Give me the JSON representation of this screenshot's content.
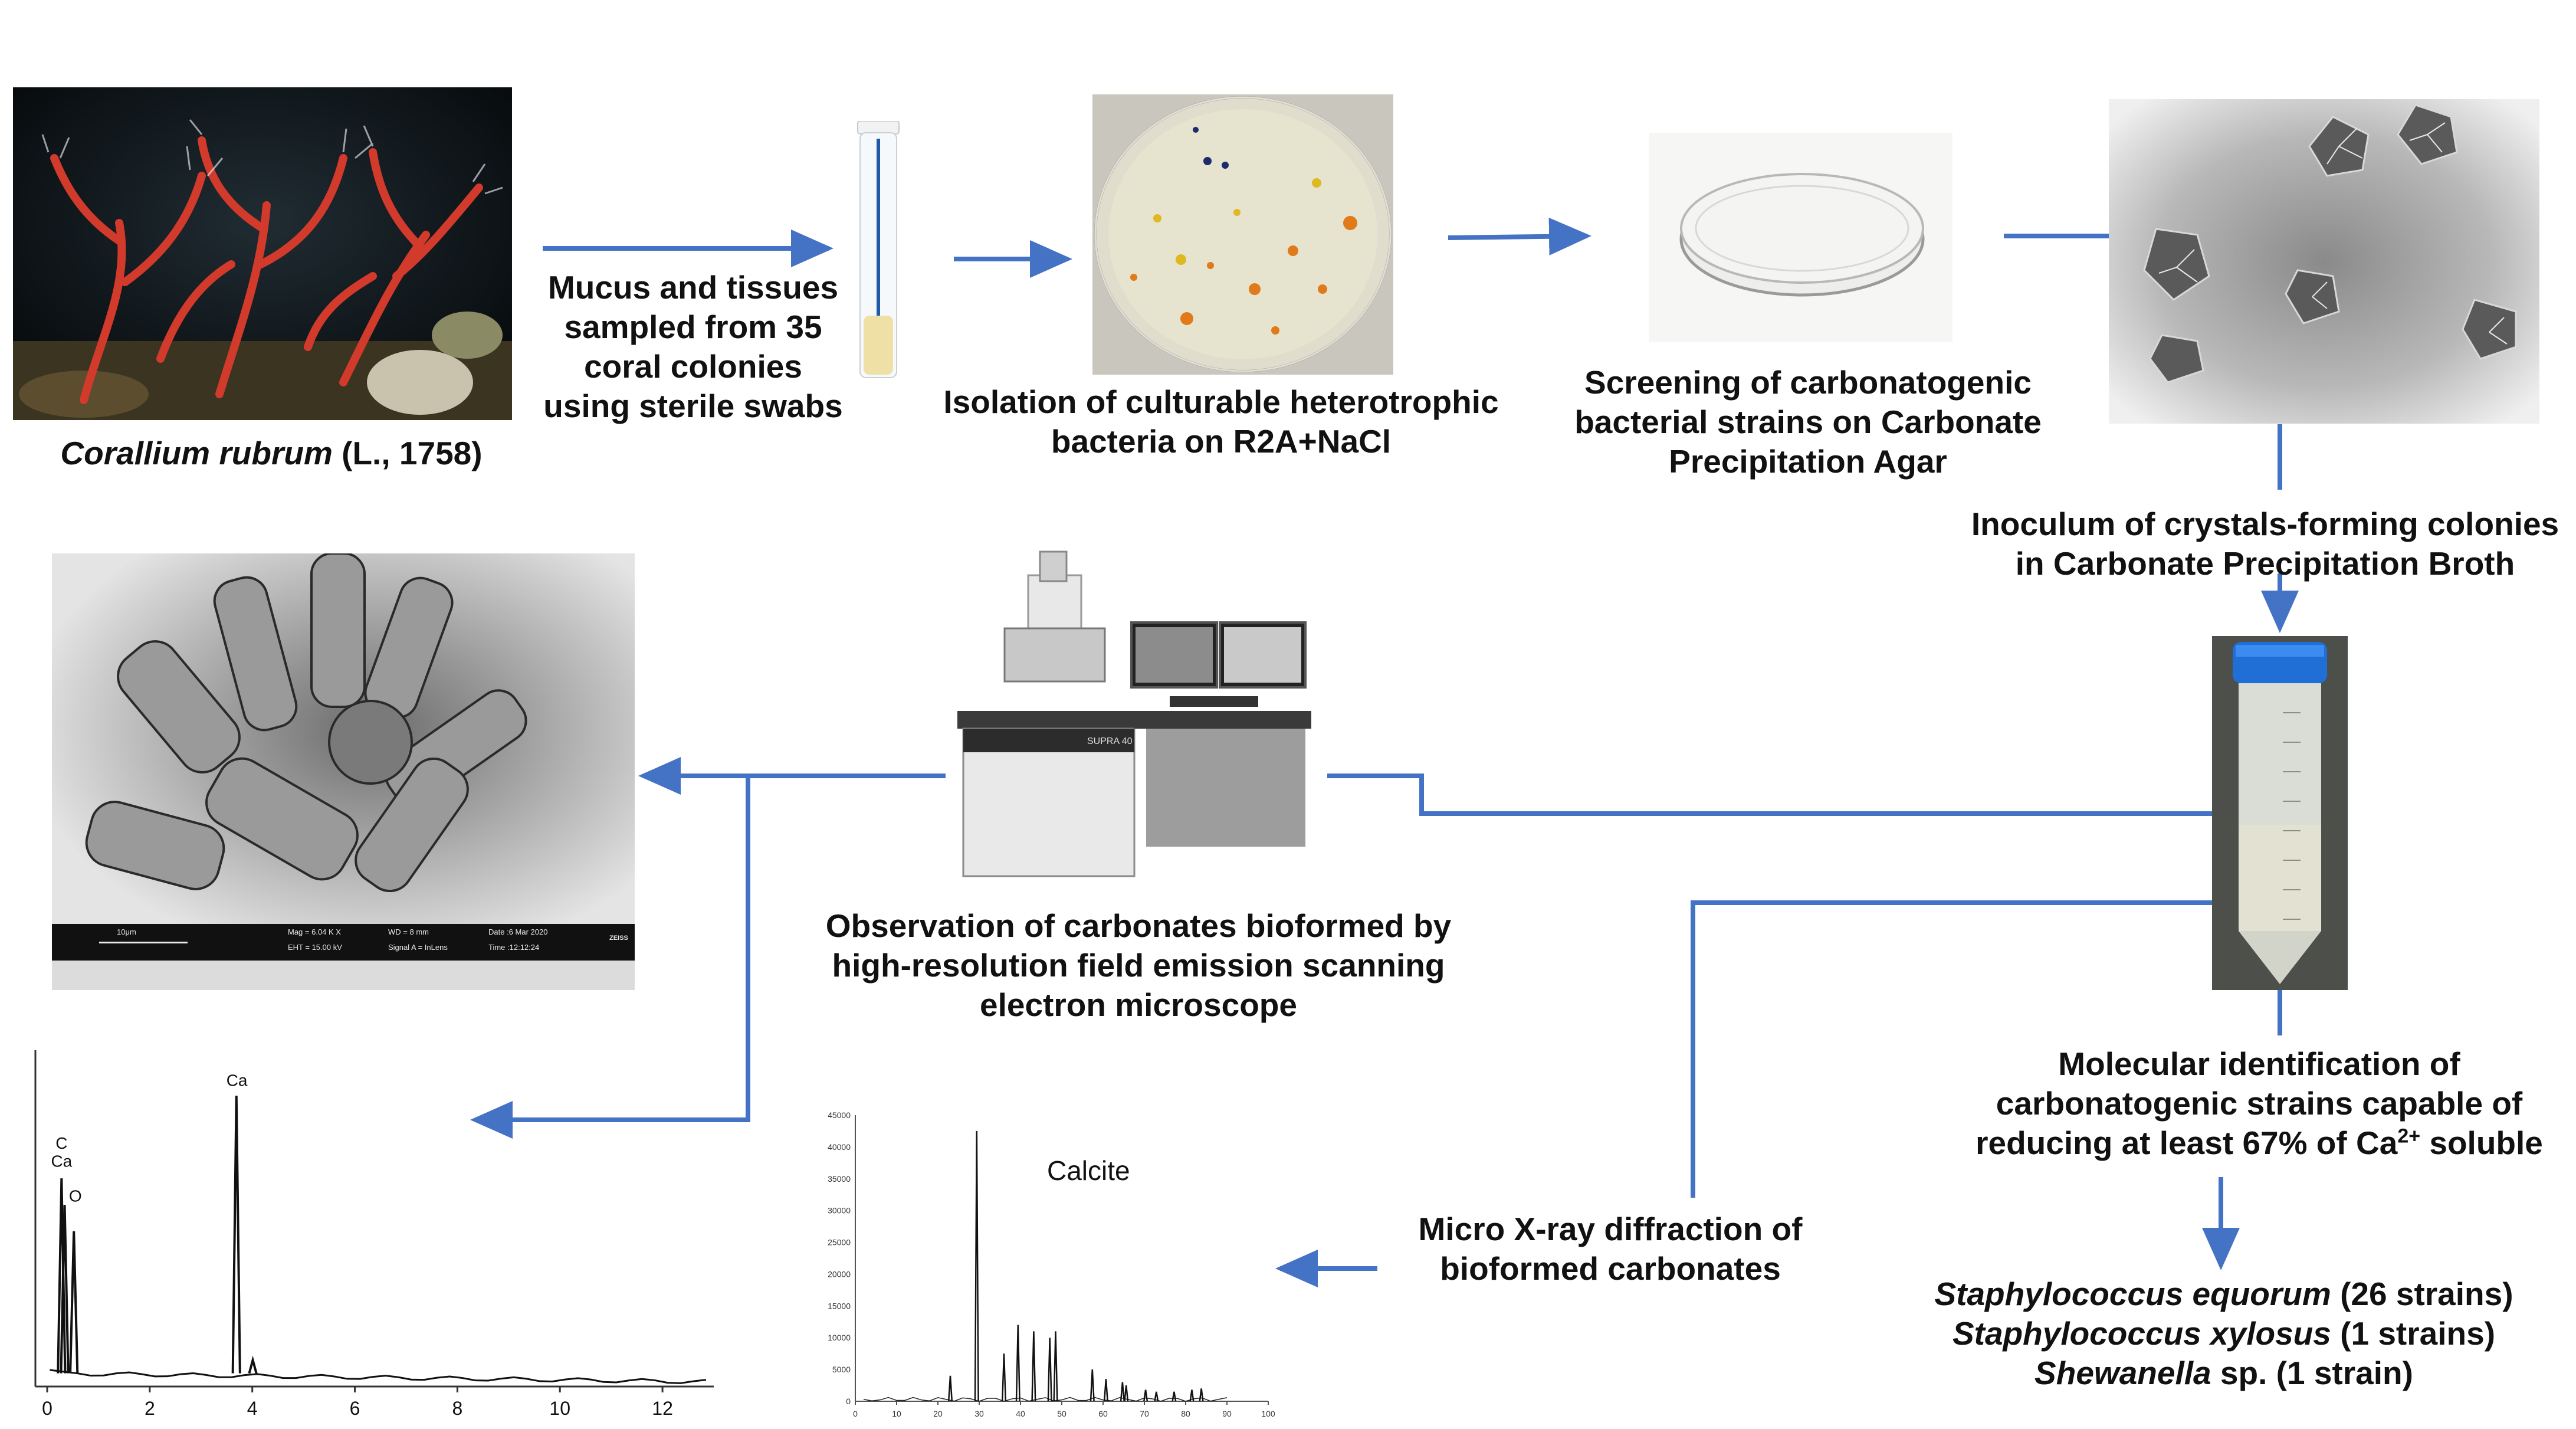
{
  "coral": {
    "species": "Corallium rubrum",
    "authority": " (L., 1758)"
  },
  "steps": {
    "sampling": [
      "Mucus and tissues",
      "sampled from 35",
      "coral colonies",
      "using sterile swabs"
    ],
    "isolation": [
      "Isolation of culturable heterotrophic",
      "bacteria on R2A+NaCl"
    ],
    "screening": [
      "Screening of carbonatogenic",
      "bacterial strains on Carbonate",
      "Precipitation Agar"
    ],
    "inoculum": [
      "Inoculum of crystals-forming colonies",
      "in Carbonate Precipitation Broth"
    ],
    "observation": [
      "Observation of carbonates bioformed by",
      "high-resolution field emission scanning",
      "electron microscope"
    ],
    "molecular": {
      "line1": "Molecular identification of",
      "line2": "carbonatogenic strains capable of",
      "line3_pre": "reducing at least 67% of Ca",
      "line3_sup": "2+",
      "line3_post": " soluble"
    },
    "xrd": [
      "Micro X-ray diffraction of",
      "bioformed carbonates"
    ]
  },
  "strains": [
    {
      "name": "Staphylococcus equorum",
      "count": " (26 strains)"
    },
    {
      "name": "Staphylococcus xylosus",
      "count": " (1 strains)"
    },
    {
      "name": "Shewanella",
      "count": " sp. (1 strain)"
    }
  ],
  "sem": {
    "scale_label": "10μm",
    "info": [
      "Mag = 6.04 K X",
      "EHT = 15.00 kV",
      "WD = 8 mm",
      "Signal A = InLens",
      "Date :6 Mar 2020",
      "Time :12:12:24"
    ],
    "brand": "ZEISS"
  },
  "microscope_label": "SUPRA 40",
  "colors": {
    "arrow": "#4472c4",
    "text": "#111111"
  },
  "edx": {
    "type": "line",
    "peak_labels": [
      "C",
      "Ca",
      "O",
      "Ca"
    ],
    "x_ticks": [
      "0",
      "2",
      "4",
      "6",
      "8",
      "10",
      "12"
    ],
    "xlim": [
      0,
      13
    ],
    "peaks": [
      {
        "x": 0.28,
        "height": 0.63,
        "label": "C"
      },
      {
        "x": 0.34,
        "height": 0.55,
        "label": "Ca"
      },
      {
        "x": 0.52,
        "height": 0.47,
        "label": "O"
      },
      {
        "x": 3.69,
        "height": 0.88,
        "label": "Ca"
      },
      {
        "x": 4.01,
        "height": 0.08,
        "label": ""
      }
    ]
  },
  "chart_data": {
    "type": "line",
    "title": "Calcite",
    "xlabel": "",
    "ylabel": "",
    "xlim": [
      0,
      100
    ],
    "ylim": [
      0,
      45000
    ],
    "x_ticks": [
      "0",
      "10",
      "20",
      "30",
      "40",
      "50",
      "60",
      "70",
      "80",
      "90",
      "100"
    ],
    "y_ticks": [
      "0",
      "5000",
      "10000",
      "15000",
      "20000",
      "25000",
      "30000",
      "35000",
      "40000",
      "45000"
    ],
    "peaks": [
      {
        "x": 23.0,
        "y": 4000
      },
      {
        "x": 29.4,
        "y": 42500
      },
      {
        "x": 36.0,
        "y": 7500
      },
      {
        "x": 39.4,
        "y": 12000
      },
      {
        "x": 43.2,
        "y": 11000
      },
      {
        "x": 47.1,
        "y": 10000
      },
      {
        "x": 48.5,
        "y": 11000
      },
      {
        "x": 57.4,
        "y": 5000
      },
      {
        "x": 60.7,
        "y": 3500
      },
      {
        "x": 64.7,
        "y": 3000
      },
      {
        "x": 65.6,
        "y": 2500
      },
      {
        "x": 70.3,
        "y": 1800
      },
      {
        "x": 72.9,
        "y": 1500
      },
      {
        "x": 77.2,
        "y": 1500
      },
      {
        "x": 81.5,
        "y": 1800
      },
      {
        "x": 83.8,
        "y": 2000
      }
    ]
  }
}
